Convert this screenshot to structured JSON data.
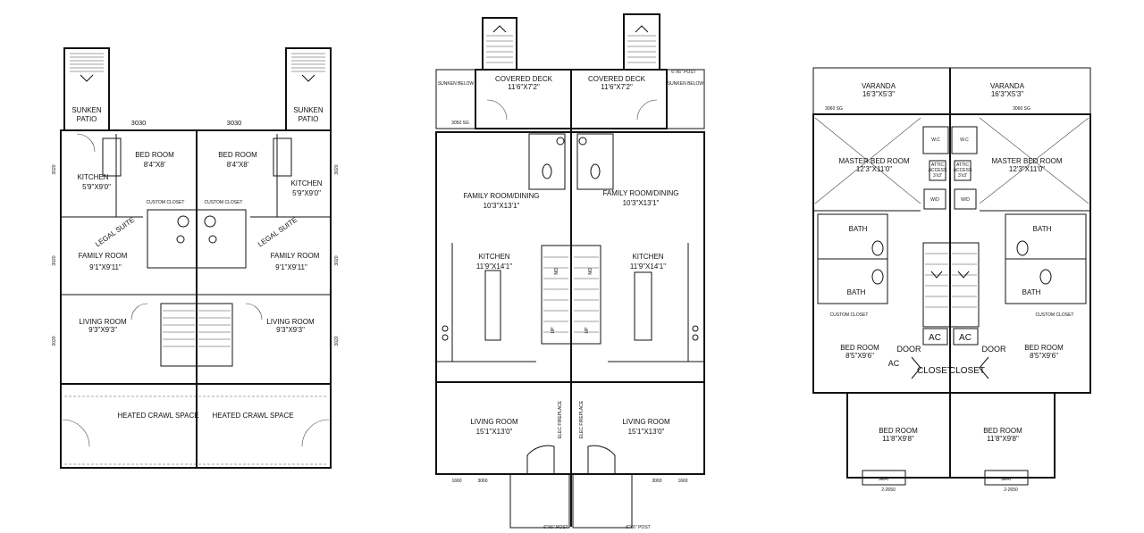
{
  "basement": {
    "sunken_patio_left": [
      "SUNKEN",
      "PATIO"
    ],
    "sunken_patio_right": [
      "SUNKEN",
      "PATIO"
    ],
    "window_top_left": "3030",
    "window_top_right": "3030",
    "bed_room_left": "BED ROOM",
    "bed_room_left_dim": "8'4\"X8'",
    "bed_room_right": "BED ROOM",
    "bed_room_right_dim": "8'4\"X8'",
    "kitchen_left": "KITCHEN",
    "kitchen_left_dim": "5'9\"X9'0\"",
    "kitchen_right": "KITCHEN",
    "kitchen_right_dim": "5'9\"X9'0\"",
    "custom_closet": "CUSTOM CLOSET",
    "legal_suite_left": "LEGAL SUITE",
    "legal_suite_right": "LEGAL SUITE",
    "family_room_left": "FAMILY ROOM",
    "family_room_left_dim": "9'1\"X9'11\"",
    "family_room_right": "FAMILY ROOM",
    "family_room_right_dim": "9'1\"X9'11\"",
    "living_room_left": "LIVING ROOM",
    "living_room_left_dim": "9'3\"X9'3\"",
    "living_room_right": "LIVING ROOM",
    "living_room_right_dim": "9'3\"X9'3\"",
    "crawl_left": "HEATED CRAWL SPACE",
    "crawl_right": "HEATED CRAWL SPACE",
    "side_left_1": "3020",
    "side_left_2": "3020",
    "side_left_3": "3020",
    "side_right_1": "3020",
    "side_right_2": "3020",
    "side_right_3": "3020"
  },
  "main_floor": {
    "deck_left": "COVERED DECK",
    "deck_left_dim": "11'6\"X7'2\"",
    "deck_right": "COVERED DECK",
    "deck_right_dim": "11'6\"X7'2\"",
    "sunken_left": "SUNKEN BELOW",
    "sunken_right": "SUNKEN BELOW",
    "post_right": "6\"X6\" POST",
    "family_left": "FAMILY ROOM/DINING",
    "family_left_dim": "10'3\"X13'1\"",
    "family_right": "FAMILY ROOM/DINING",
    "family_right_dim": "10'3\"X13'1\"",
    "kitchen_left": "KITCHEN",
    "kitchen_left_dim": "11'9\"X14'1\"",
    "kitchen_right": "KITCHEN",
    "kitchen_right_dim": "11'9\"X14'1\"",
    "living_left": "LIVING ROOM",
    "living_left_dim": "15'1\"X13'0\"",
    "living_right": "LIVING ROOM",
    "living_right_dim": "15'1\"X13'0\"",
    "stair_dn_left": "DN",
    "stair_dn_right": "DN",
    "stair_up_left": "UP",
    "stair_up_right": "UP",
    "fireplace_left": "ELEC FIREPLACE",
    "fireplace_right": "ELEC FIREPLACE",
    "window_3050": "3050 SG",
    "window_1660_l": "1660",
    "window_3060_l": "3060",
    "window_3060_r": "3060",
    "window_1660_r": "1660",
    "post_bottom": "6\"X6\" POST"
  },
  "upper_floor": {
    "varanda_left": "VARANDA",
    "varanda_left_dim": "16'3\"X5'3\"",
    "varanda_right": "VARANDA",
    "varanda_right_dim": "16'3\"X5'3\"",
    "wc_left": "W.C",
    "wc_right": "W.C",
    "master_left": "MASTER BED ROOM",
    "master_left_dim": "12'3\"X11'0\"",
    "master_right": "MASTER BED ROOM",
    "master_right_dim": "12'3\"X11'0\"",
    "attic_access": [
      "ATTIC",
      "ACCESS",
      "3'x3'"
    ],
    "wd": "W/D",
    "bath_top_left": "BATH",
    "bath_top_right": "BATH",
    "bath_bot_left": "BATH",
    "bath_bot_right": "BATH",
    "custom_closet_left": "CUSTOM CLOSET",
    "custom_closet_right": "CUSTOM CLOSET",
    "ac": "AC",
    "door": "DOOR",
    "closet": "CLOSET",
    "bed2_left": "BED ROOM",
    "bed2_left_dim": "8'5\"X9'6\"",
    "bed2_right": "BED ROOM",
    "bed2_right_dim": "8'5\"X9'6\"",
    "bed3_left": "BED ROOM",
    "bed3_left_dim": "11'8\"X9'8\"",
    "bed3_right": "BED ROOM",
    "bed3_right_dim": "11'8\"X9'8\"",
    "seat": "SEAT",
    "window_2650": "2-2650",
    "window_3060": "3060 SG"
  }
}
